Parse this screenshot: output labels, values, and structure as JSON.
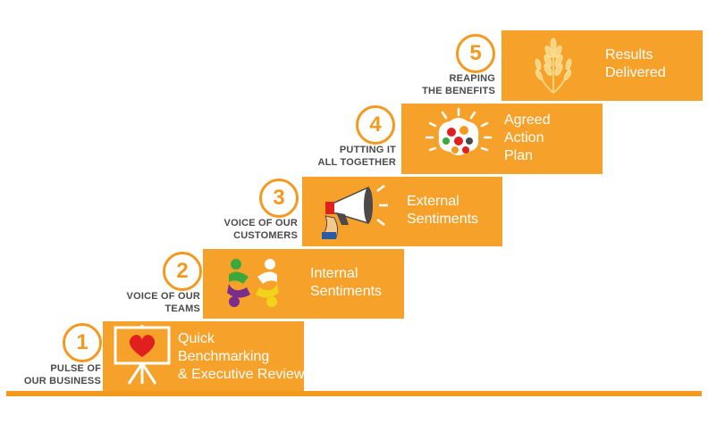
{
  "colors": {
    "accent": "#f39a1e",
    "step_fill": "#f6a12a",
    "caption": "#4a4a4a"
  },
  "steps": [
    {
      "number": "1",
      "caption": "PULSE OF\nOUR BUSINESS",
      "title": "Quick\nBenchmarking\n& Executive Review",
      "icon": "heart-easel-icon"
    },
    {
      "number": "2",
      "caption": "VOICE OF OUR\nTEAMS",
      "title": "Internal\nSentiments",
      "icon": "team-circle-icon"
    },
    {
      "number": "3",
      "caption": "VOICE OF OUR\nCUSTOMERS",
      "title": "External\nSentiments",
      "icon": "megaphone-icon"
    },
    {
      "number": "4",
      "caption": "PUTTING IT\nALL TOGETHER",
      "title": "Agreed\nAction\nPlan",
      "icon": "brain-gears-icon"
    },
    {
      "number": "5",
      "caption": "REAPING\nTHE BENEFITS",
      "title": "Results\nDelivered",
      "icon": "wheat-icon"
    }
  ]
}
